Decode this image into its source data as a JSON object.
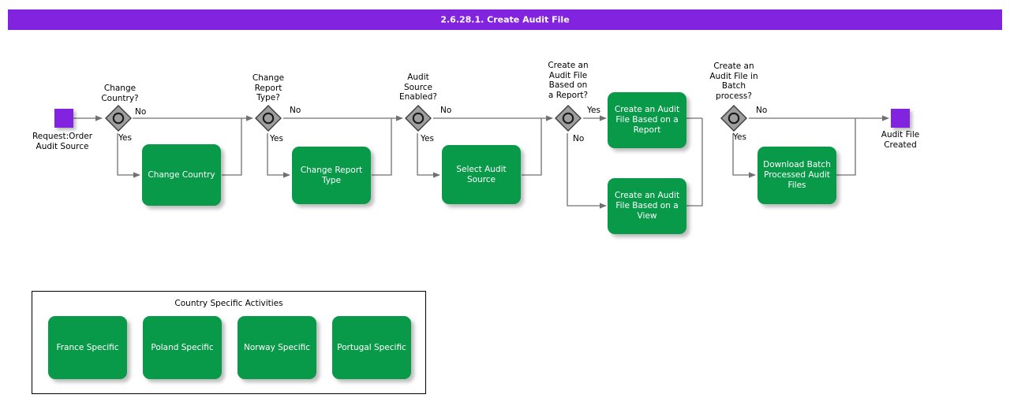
{
  "header": {
    "title": "2.6.28.1. Create Audit File",
    "bar_color": "#8223e0",
    "text_color": "#ffffff"
  },
  "theme": {
    "task_color": "#089949",
    "event_color": "#8223e0",
    "gateway_fill": "#9e9e9e",
    "connector_color": "#707070",
    "text_on_task": "#ffffff"
  },
  "diagram": {
    "type": "bpmn-flowchart",
    "start_event": {
      "name": "start-event",
      "label": "Request:Order\nAudit Source"
    },
    "end_event": {
      "name": "end-event",
      "label": "Audit File\nCreated"
    },
    "gateways": [
      {
        "id": "gw-change-country",
        "label": "Change\nCountry?",
        "yes": "Yes",
        "no": "No"
      },
      {
        "id": "gw-change-report",
        "label": "Change\nReport\nType?",
        "yes": "Yes",
        "no": "No"
      },
      {
        "id": "gw-audit-source",
        "label": "Audit\nSource\nEnabled?",
        "yes": "Yes",
        "no": "No"
      },
      {
        "id": "gw-based-on-report",
        "label": "Create an\nAudit File\nBased on\na Report?",
        "yes": "Yes",
        "no": "No"
      },
      {
        "id": "gw-batch-process",
        "label": "Create an\nAudit File in\nBatch\nprocess?",
        "yes": "Yes",
        "no": "No"
      }
    ],
    "tasks": [
      {
        "id": "task-change-country",
        "label": "Change\nCountry"
      },
      {
        "id": "task-change-report",
        "label": "Change Report\nType"
      },
      {
        "id": "task-select-source",
        "label": "Select Audit\nSource"
      },
      {
        "id": "task-file-report",
        "label": "Create an Audit\nFile Based on a\nReport"
      },
      {
        "id": "task-file-view",
        "label": "Create an Audit\nFile Based on a\nView"
      },
      {
        "id": "task-download-batch",
        "label": "Download Batch\nProcessed Audit\nFiles"
      }
    ]
  },
  "group": {
    "title": "Country Specific Activities",
    "activities": [
      {
        "id": "task-france",
        "label": "France Specific"
      },
      {
        "id": "task-poland",
        "label": "Poland Specific"
      },
      {
        "id": "task-norway",
        "label": "Norway Specific"
      },
      {
        "id": "task-portugal",
        "label": "Portugal Specific"
      }
    ]
  }
}
